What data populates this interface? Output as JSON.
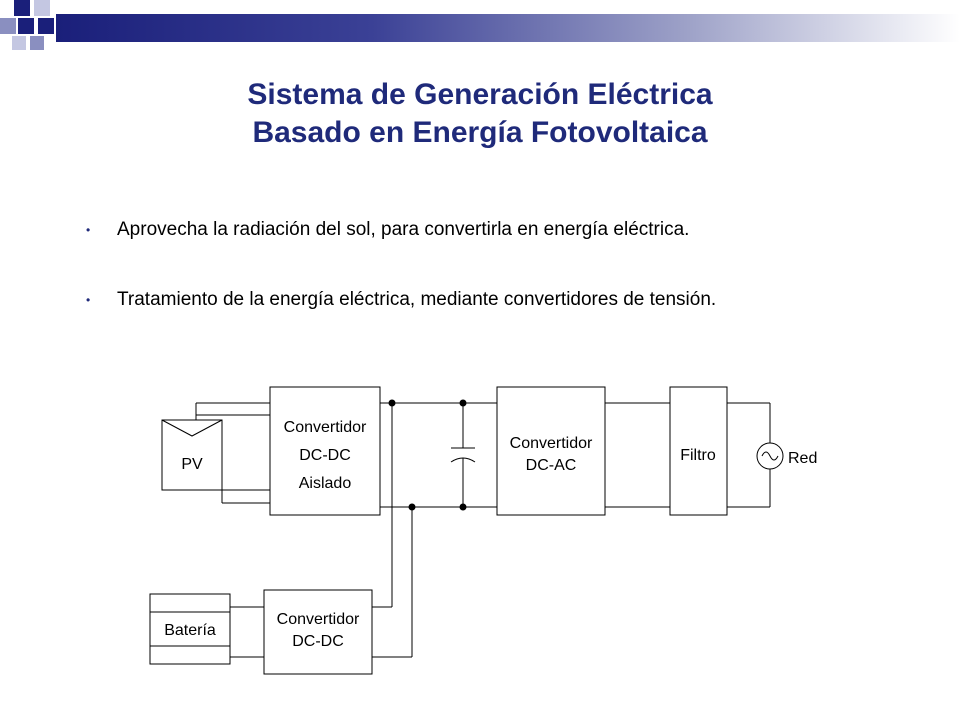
{
  "title": {
    "line1": "Sistema de Generación Eléctrica",
    "line2": "Basado en Energía Fotovoltaica"
  },
  "bullets": [
    "Aprovecha la radiación del sol, para convertirla en energía eléctrica.",
    "Tratamiento de la energía eléctrica, mediante convertidores de tensión."
  ],
  "diagram": {
    "pv_label": "PV",
    "conv1": [
      "Convertidor",
      "DC-DC",
      "Aislado"
    ],
    "conv2": [
      "Convertidor",
      "DC-AC"
    ],
    "filter_label": "Filtro",
    "grid_label": "Red",
    "battery_label": "Batería",
    "conv3": [
      "Convertidor",
      "DC-DC"
    ]
  },
  "colors": {
    "title": "#1f2a7a",
    "bar_dark": "#1a1f7a",
    "square_mid": "#8a8fc0",
    "square_light": "#c4c7e2"
  }
}
